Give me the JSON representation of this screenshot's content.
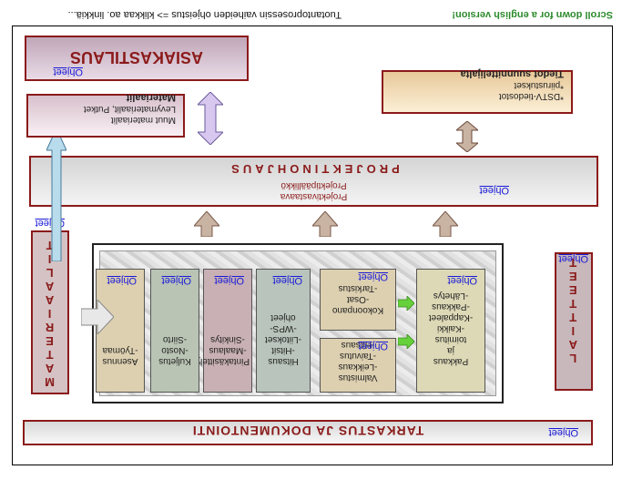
{
  "title": "TARKASTUS JA DOKUMENTOINTI",
  "ohjeet_label": "Ohjeet",
  "materiaalit": {
    "label": "MATERIAALIT",
    "letters": [
      "M",
      "A",
      "T",
      "E",
      "R",
      "I",
      "A",
      "A",
      "L",
      "I",
      "T"
    ]
  },
  "laitteet": {
    "label": "LAITTEET",
    "letters": [
      "L",
      "A",
      "I",
      "T",
      "T",
      "E",
      "E",
      "T"
    ]
  },
  "stages": [
    {
      "id": "pakkaus",
      "lines": [
        "Pakkaus",
        "ja",
        "toimitus",
        "-Kaikki",
        "-Kappaleet",
        "-Pakkaus",
        "-Lähetys"
      ]
    },
    {
      "id": "valmistus",
      "lines": [
        "Valmistus",
        "-Leikkaus",
        "-Taivutus",
        "-Hitsaus"
      ]
    },
    {
      "id": "kokoonpano",
      "lines": [
        "Kokoonpano",
        "-Osat",
        "-Tarkistus"
      ]
    },
    {
      "id": "hitsaus",
      "lines": [
        "Hitsaus",
        "-Hitsit",
        "-Liitokset",
        "-WPS-ohjeet"
      ]
    },
    {
      "id": "pintakasittely",
      "lines": [
        "Pintakäsittely",
        "-Maalaus",
        "-Sinkitys"
      ]
    },
    {
      "id": "kuljetus",
      "lines": [
        "Kuljetus",
        "-Nosto",
        "-Siirto"
      ]
    },
    {
      "id": "asennus",
      "lines": [
        "Asennus",
        "-Työmaa"
      ]
    }
  ],
  "projektinohjaus": {
    "title": "PROJEKTINOHJAUS",
    "line1": "Projektipäällikkö",
    "line2": "Projektivastaava"
  },
  "materiaalit_box": {
    "title": "Materiaalit",
    "line1": "Levymateriaalit, Putket",
    "line2": "Muut materiaalit"
  },
  "tiedot_box": {
    "title": "Tiedot suunnittelijalta",
    "line1": "*piirustukset",
    "line2": "*DSTV-tiedostot"
  },
  "asiakastilaus": "ASIAKASTILAUS",
  "footer_left": "Tuotantoprosessin vaiheiden ohjeistus => klikkaa ao. linkkiä...",
  "footer_right": "Scroll down for a english version!",
  "colors": {
    "dark_red": "#8b1a1a",
    "link_blue": "#1a1ad8",
    "arrow": "#c9b3a3",
    "green": "#66d13a"
  }
}
